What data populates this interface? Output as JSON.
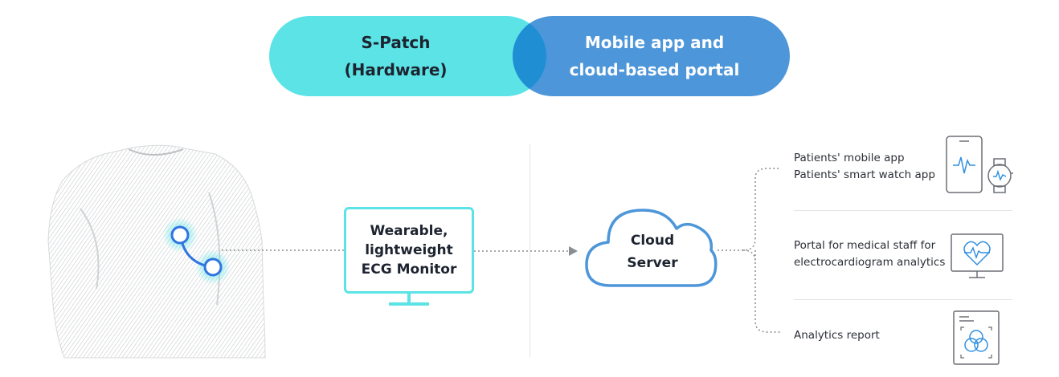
{
  "header": {
    "hardware_pill": "S-Patch\n(Hardware)",
    "software_pill": "Mobile app and\ncloud-based portal"
  },
  "device": {
    "label": "Wearable,\nlightweight\nECG Monitor"
  },
  "cloud": {
    "label": "Cloud\nServer"
  },
  "outputs": [
    {
      "label": "Patients' mobile app\nPatients' smart watch app",
      "icons": [
        "smartphone-ecg-icon",
        "smartwatch-ecg-icon"
      ]
    },
    {
      "label": "Portal for medical staff for\nelectrocardiogram analytics",
      "icons": [
        "monitor-heart-icon"
      ]
    },
    {
      "label": "Analytics report",
      "icons": [
        "report-document-icon"
      ]
    }
  ],
  "colors": {
    "hardware": "#5be3e6",
    "software": "#4d96d9",
    "overlap": "#1f8ed3",
    "cloud_stroke": "#4d96d9",
    "patch": "#2f74e0"
  }
}
